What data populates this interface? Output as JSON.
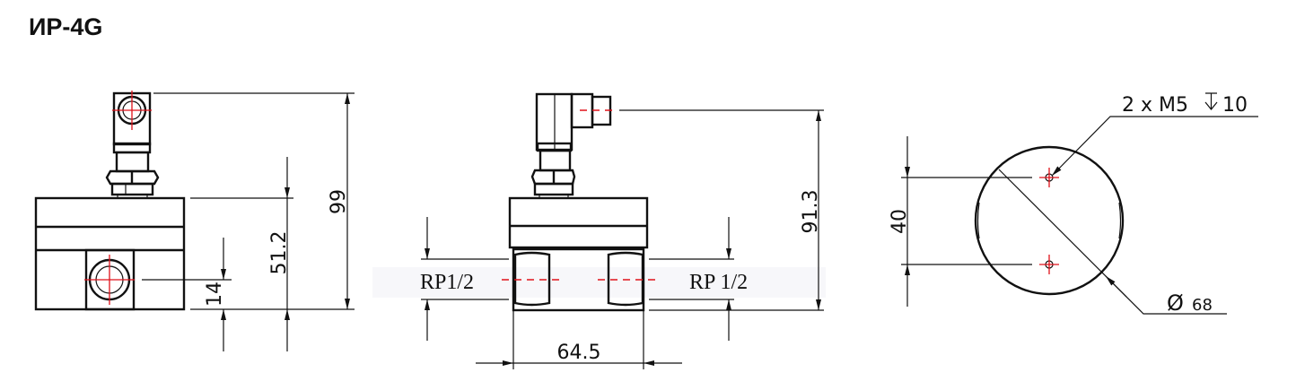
{
  "title": "ИР-4G",
  "views": {
    "front": {
      "dim_total_height": "99",
      "dim_body_height": "51.2",
      "dim_port_height": "14"
    },
    "side": {
      "inlet_thread": "RP1/2",
      "outlet_thread": "RP 1/2",
      "dim_connector_height": "91.3",
      "dim_width": "64.5"
    },
    "bottom": {
      "dim_hole_spacing": "40",
      "hole_callout": "2 x M5",
      "hole_depth": "10",
      "diameter_symbol": "Ø",
      "diameter_value": "68"
    }
  },
  "colors": {
    "line": "#111111",
    "centerline": "#e0121a"
  }
}
